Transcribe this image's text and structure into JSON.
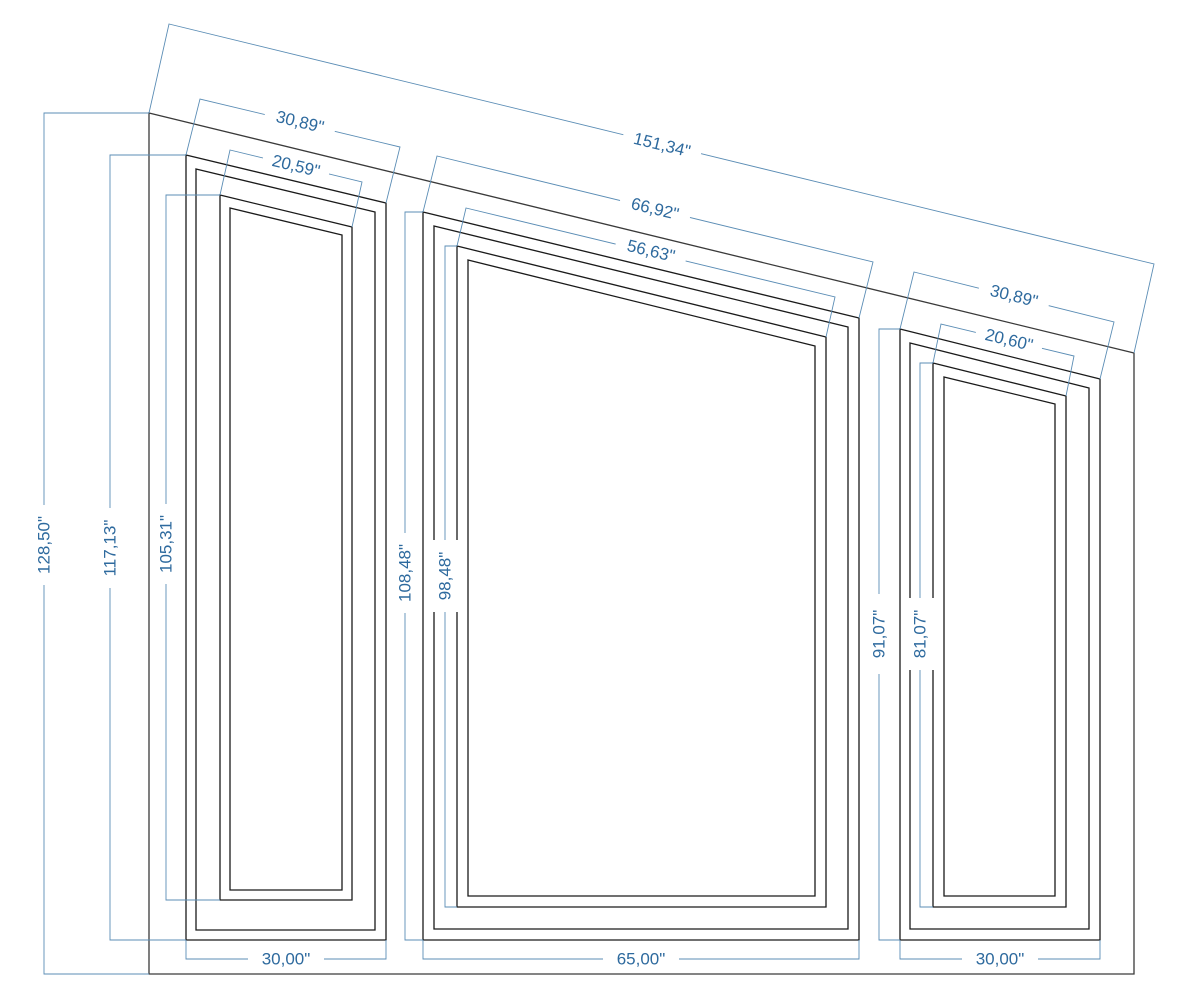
{
  "wall": {
    "overall_width": "151,34\"",
    "overall_height": "128,50\""
  },
  "panels": [
    {
      "name": "left",
      "outer_top": "30,89\"",
      "inner_top": "20,59\"",
      "bottom_width": "30,00\"",
      "outer_height": "117,13\"",
      "inner_height": "105,31\""
    },
    {
      "name": "center",
      "outer_top": "66,92\"",
      "inner_top": "56,63\"",
      "bottom_width": "65,00\"",
      "outer_height": "108,48\"",
      "inner_height": "98,48\""
    },
    {
      "name": "right",
      "outer_top": "30,89\"",
      "inner_top": "20,60\"",
      "bottom_width": "30,00\"",
      "outer_height": "91,07\"",
      "inner_height": "81,07\""
    }
  ],
  "colors": {
    "dimension": "#2e6a9e",
    "linework": "#1a1a1a"
  }
}
